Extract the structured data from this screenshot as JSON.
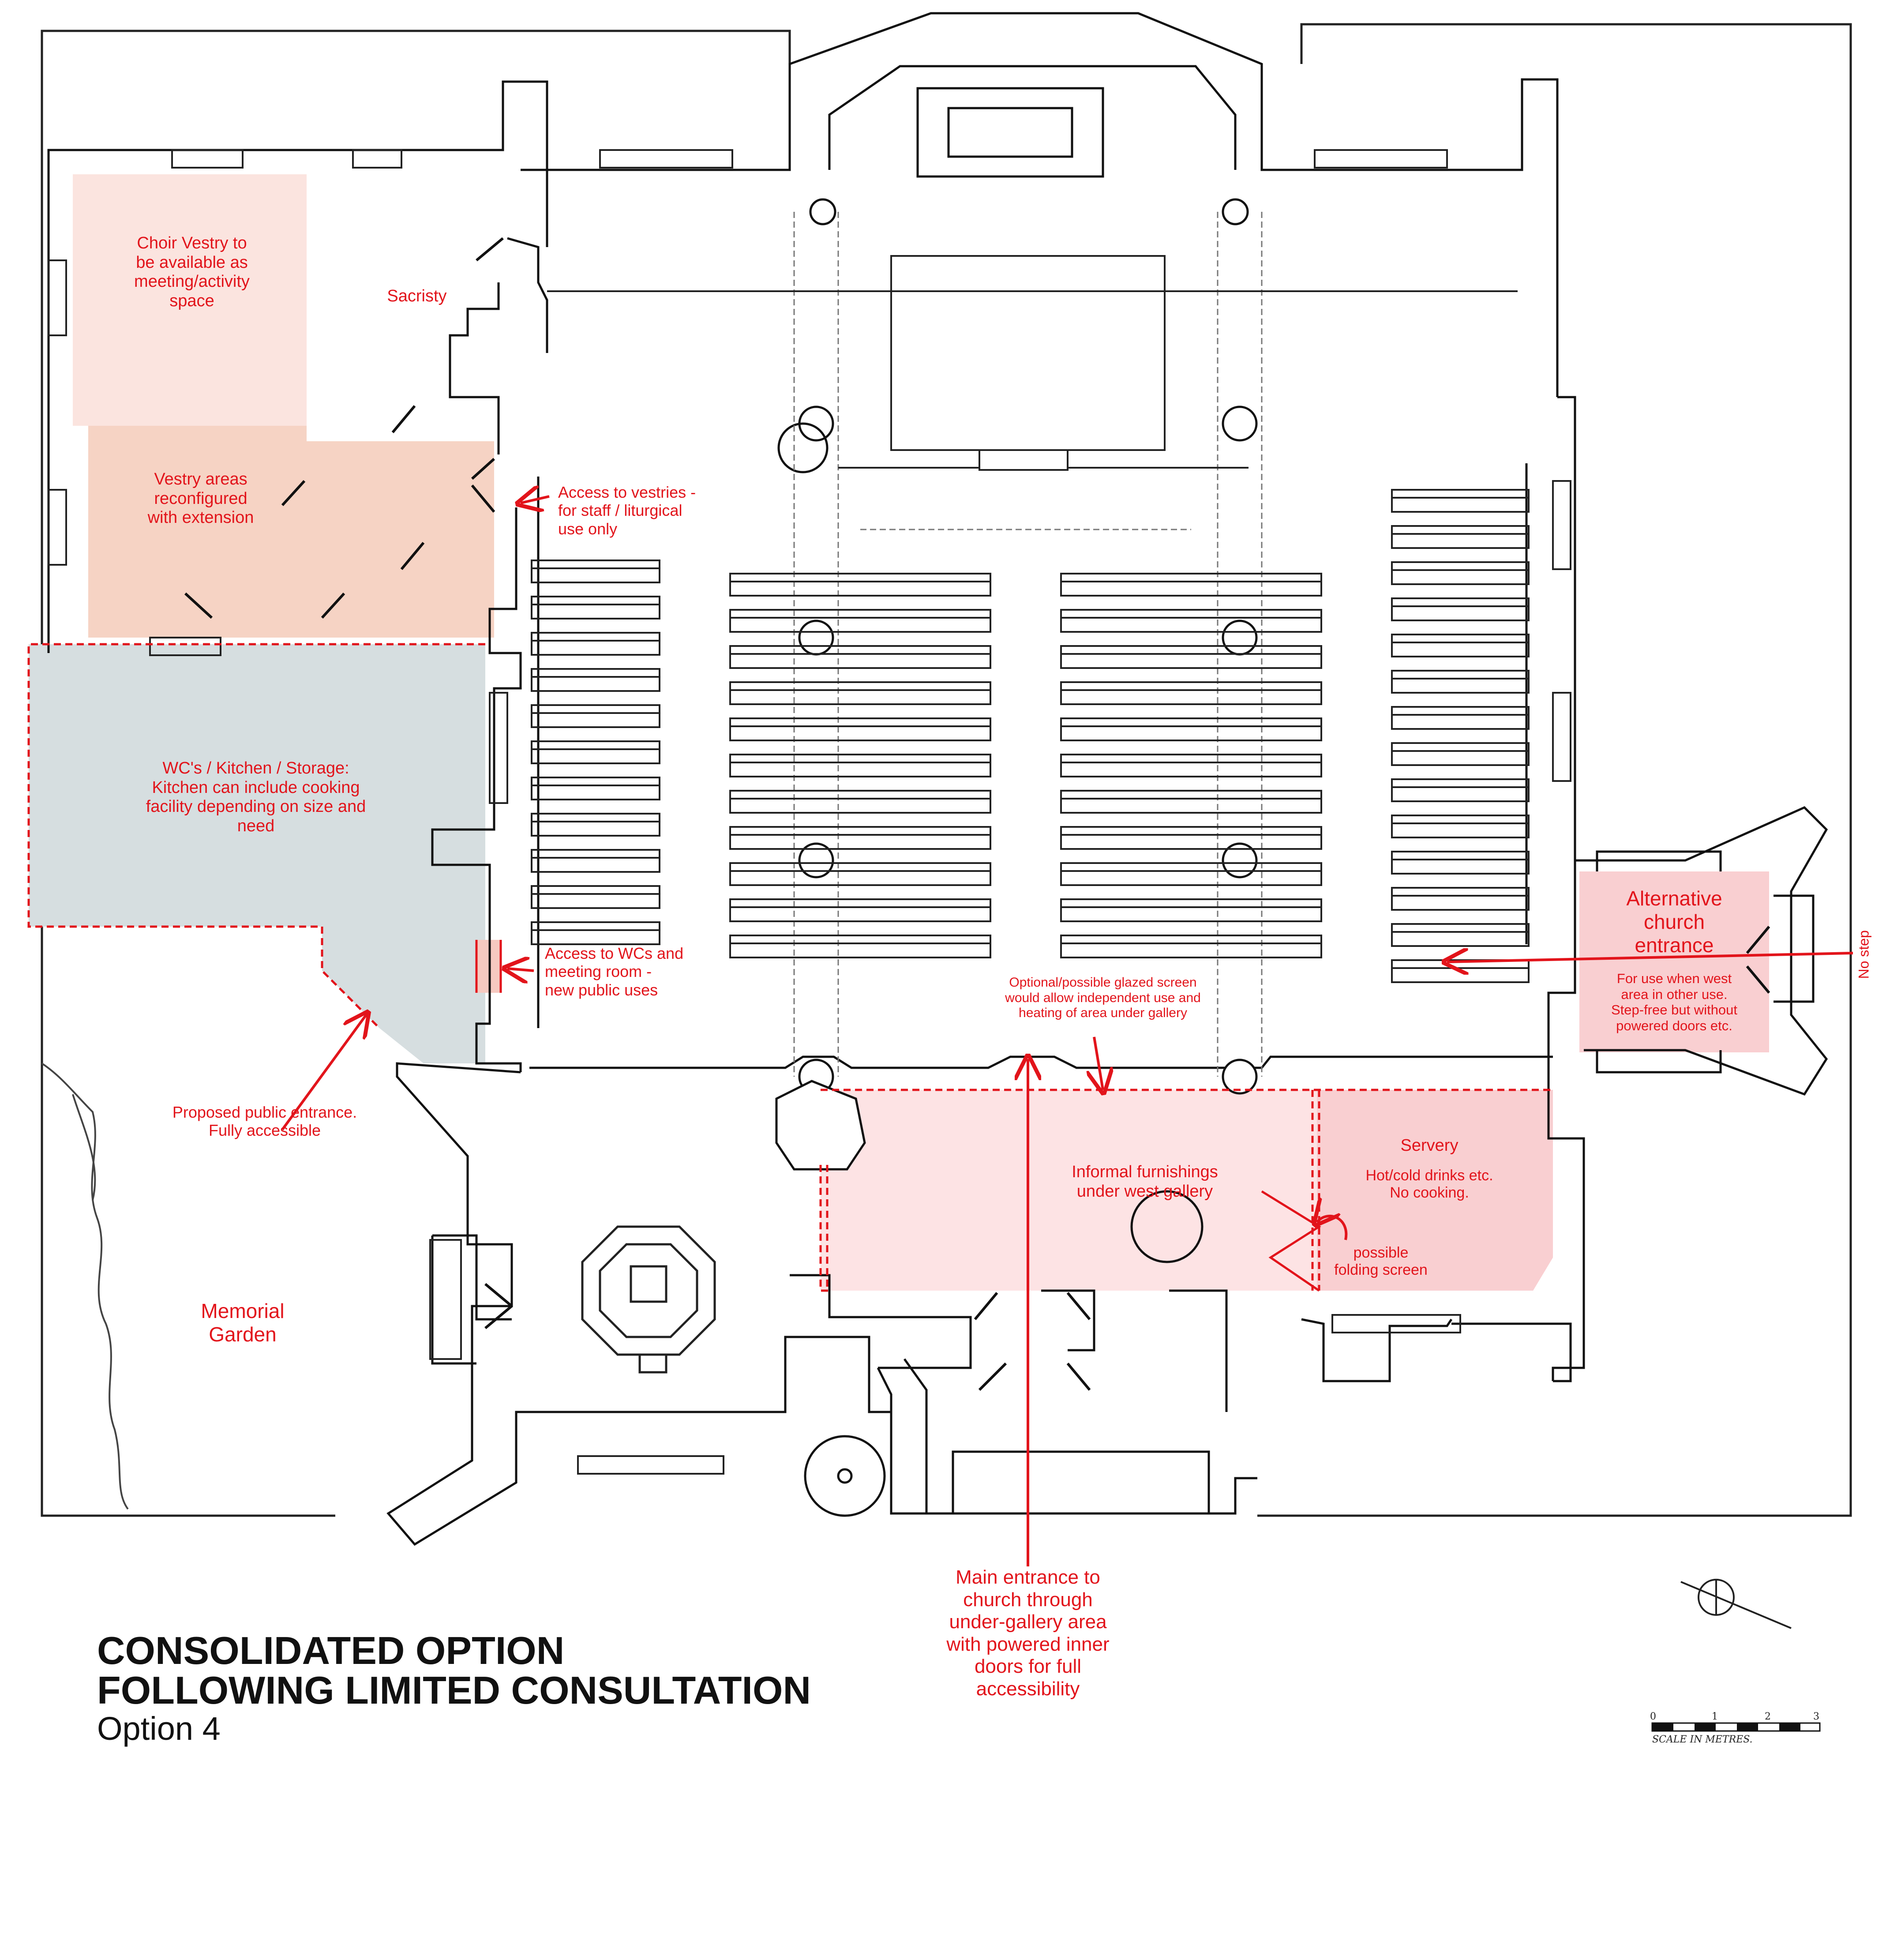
{
  "labels": {
    "choir_vestry": "Choir Vestry to\nbe available as\nmeeting/activity\nspace",
    "sacristy": "Sacristy",
    "vestry_areas": "Vestry areas\nreconfigured\nwith extension",
    "access_vestries": "Access to vestries -\nfor staff / liturgical\nuse only",
    "wc_kitchen": "WC's / Kitchen / Storage:\nKitchen can include cooking\nfacility depending on size and\nneed",
    "access_wcs": "Access to WCs and\nmeeting room -\nnew public uses",
    "alt_entrance_title": "Alternative\nchurch\nentrance",
    "alt_entrance_note": "For use when west\narea in other use.\nStep-free but without\npowered doors etc.",
    "no_step": "No step",
    "glazed_screen": "Optional/possible glazed screen\nwould allow independent use and\nheating of area under gallery",
    "proposed_entrance": "Proposed public entrance.\nFully accessible",
    "informal_furnishings": "Informal furnishings\nunder west gallery",
    "servery_title": "Servery",
    "servery_note": "Hot/cold drinks etc.\nNo cooking.",
    "folding_screen": "possible\nfolding screen",
    "memorial_garden": "Memorial\nGarden",
    "main_entrance": "Main entrance to\nchurch through\nunder-gallery area\nwith powered inner\ndoors for full\naccessibility"
  },
  "title": {
    "line1": "CONSOLIDATED OPTION",
    "line2": "FOLLOWING LIMITED CONSULTATION",
    "line3": "Option 4"
  },
  "scale": {
    "text": "SCALE IN METRES.",
    "ticks": [
      "0",
      "1",
      "2",
      "3"
    ]
  },
  "colors": {
    "annotation": "#e2141b",
    "choir_fill": "#fbe4df",
    "vestry_fill": "#f6d3c4",
    "wc_fill": "#d6dee0",
    "gallery_fill": "#fde3e4",
    "servery_fill": "#f9cfd1",
    "wall": "#111111"
  }
}
